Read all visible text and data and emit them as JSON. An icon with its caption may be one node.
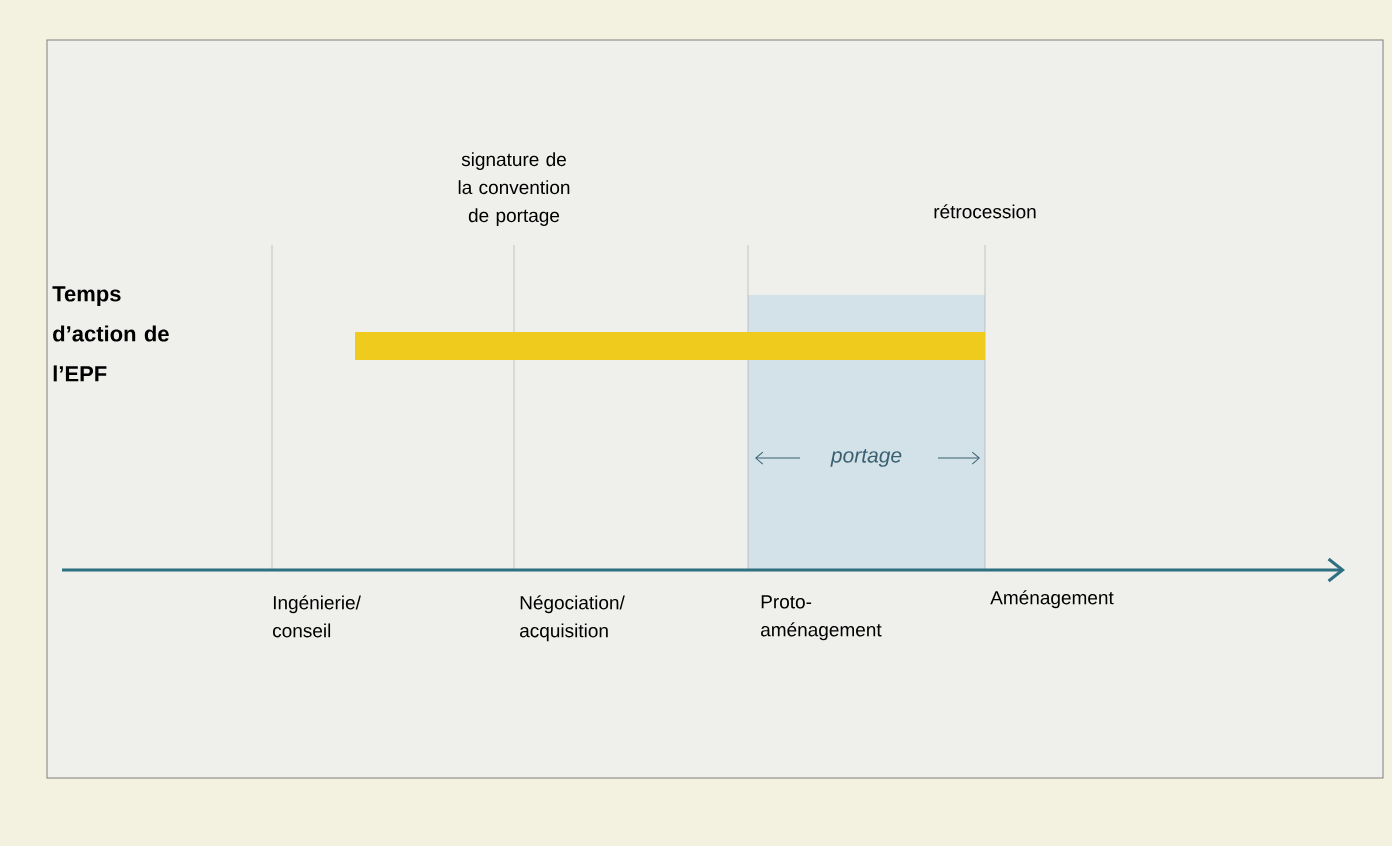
{
  "diagram": {
    "nodes": [
      {
        "text": [],
        "shape": "bar"
      },
      {
        "text": [
          "portage"
        ]
      }
    ],
    "labels": [
      "signature de la convention de portage",
      "rétrocession",
      "Temps d’action de l’EPF",
      "Ingénierie/ conseil",
      "Négociation/ acquisition",
      "Proto- aménagement",
      "Aménagement"
    ]
  }
}
